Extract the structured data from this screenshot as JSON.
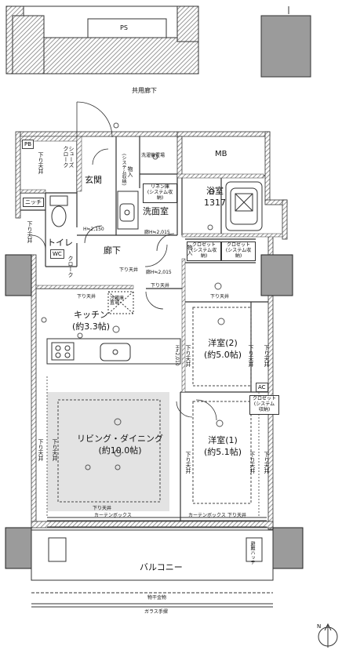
{
  "labels": {
    "ps": "PS",
    "common_corridor": "共用廊下",
    "mb": "MB",
    "shoes_closet": "シューズ\nクローク",
    "entrance": "玄関",
    "linen": "リネン庫",
    "linen_sub": "(システム収納)",
    "washroom": "洗面室",
    "bathroom": "浴室",
    "bath_size": "1317",
    "niche": "ニッチ",
    "toilet": "トイレ",
    "hallway": "廊下",
    "closet_a": "クロゼット",
    "closet_b": "クロゼット",
    "closet_sub": "(システム収納)",
    "kitchen": "キッチン",
    "kitchen_size": "(約3.3帖)",
    "refrigerator": "冷蔵庫\n置場",
    "room2": "洋室(2)",
    "room2_size": "(約5.0帖)",
    "living": "リビング・ダイニング",
    "living_size": "(約10.0帖)",
    "closet_c": "クロゼット",
    "room1": "洋室(1)",
    "room1_size": "(約5.1帖)",
    "curtain_box_a": "カーテンボックス",
    "curtain_box_b": "カーテンボックス",
    "balcony": "バルコニー",
    "laundry_hardware": "物干金物",
    "glass_rail": "ガラス手摺",
    "north": "N",
    "lowered_ceiling": "下り天井",
    "ceiling_h_a": "廊H≒2,015",
    "ceiling_h_b": "廊H≒2,015",
    "ceiling_h_c": "H≒2,150",
    "ceiling_h_d": "H≒2,010",
    "linen_storage": "物入",
    "system_storage": "(システム収納)",
    "washer": "洗濯機置場",
    "cloak": "クローク",
    "entrance_storage": "物入",
    "evac": "避難ハッチ",
    "mark_pb": "PB",
    "mark_ac": "AC",
    "mark_wc": "WC"
  },
  "colors": {
    "wall": "#3a3a3a",
    "hatch": "#7d7d7d",
    "living_fill": "#e3e3e3",
    "ps_fill": "#9b9b9b",
    "line": "#222222"
  }
}
